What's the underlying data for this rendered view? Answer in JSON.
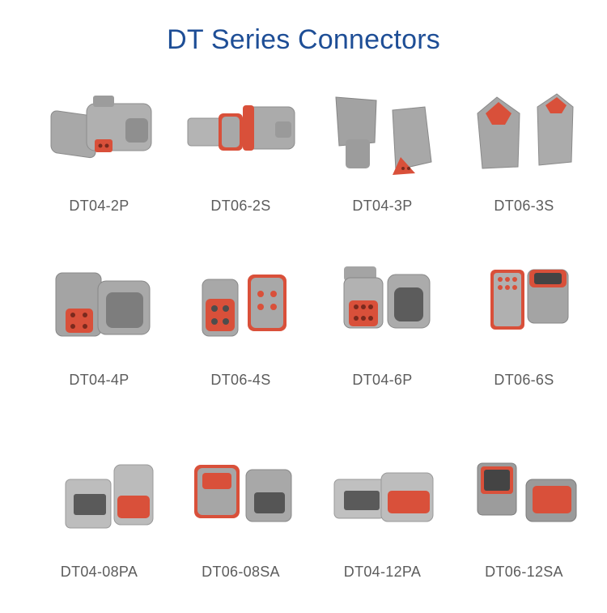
{
  "title": "DT Series Connectors",
  "colors": {
    "title": "#1e4e96",
    "label": "#5c5c5c",
    "housing": "#a4a4a4",
    "seal": "#d9503a"
  },
  "connectors": [
    {
      "label": "DT04-2P",
      "icon": "dt04-2p-connector-image"
    },
    {
      "label": "DT06-2S",
      "icon": "dt06-2s-connector-image"
    },
    {
      "label": "DT04-3P",
      "icon": "dt04-3p-connector-image"
    },
    {
      "label": "DT06-3S",
      "icon": "dt06-3s-connector-image"
    },
    {
      "label": "DT04-4P",
      "icon": "dt04-4p-connector-image"
    },
    {
      "label": "DT06-4S",
      "icon": "dt06-4s-connector-image"
    },
    {
      "label": "DT04-6P",
      "icon": "dt04-6p-connector-image"
    },
    {
      "label": "DT06-6S",
      "icon": "dt06-6s-connector-image"
    },
    {
      "label": "DT04-08PA",
      "icon": "dt04-08pa-connector-image"
    },
    {
      "label": "DT06-08SA",
      "icon": "dt06-08sa-connector-image"
    },
    {
      "label": "DT04-12PA",
      "icon": "dt04-12pa-connector-image"
    },
    {
      "label": "DT06-12SA",
      "icon": "dt06-12sa-connector-image"
    }
  ]
}
